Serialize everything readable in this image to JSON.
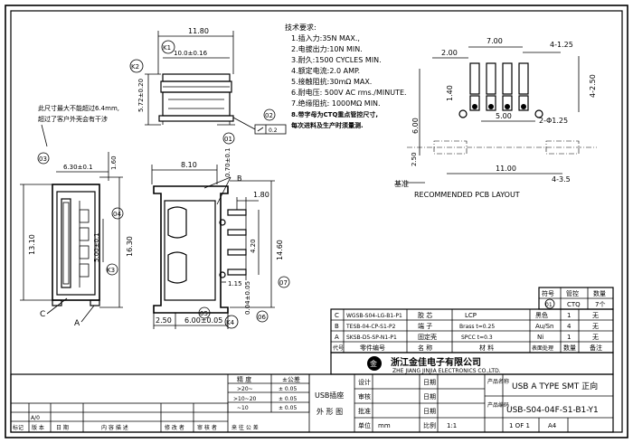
{
  "requirements": {
    "title": "技术要求:",
    "items": [
      "1.插入力:35N MAX.,",
      "2.电拔出力:10N MIN.",
      "3.耐久:1500 CYCLES MIN.",
      "4.额定电流:2.0 AMP.",
      "5.接触阻抗:30mΩ MAX.",
      "6.耐电压: 500V AC rms./MINUTE.",
      "7.绝缘阻抗: 1000MΩ MIN.",
      "8.带字母为CTQ重点管控尺寸,",
      "每次进料及生产时须量测."
    ]
  },
  "dims_top_view": {
    "d11_80": "11.80",
    "d10_0": "10.0±0.16",
    "d5_72": "5.72±0.20",
    "k1": "K1",
    "k2": "K2",
    "flat": "0.2",
    "c02": "02",
    "c01": "01"
  },
  "note_left": {
    "line1": "此尺寸最大不能超过6.4mm,",
    "line2": "超过了客户外壳会有干涉"
  },
  "dims_front": {
    "c03": "03",
    "d6_30": "6.30±0.1",
    "d1_60": "1.60",
    "d13_10": "13.10",
    "d16_30": "16.30",
    "d5_00": "5.00±0.1",
    "c04": "04",
    "k3": "K3",
    "c": "C",
    "a": "A"
  },
  "dims_side": {
    "d8_10": "8.10",
    "d0_70": "0.70±0.1",
    "b": "B",
    "d1_80": "1.80",
    "d14_60": "14.60",
    "d2_50": "2.50",
    "d6_00": "6.00±0.05",
    "d1_15": "1.15",
    "d4_20": "4.20",
    "d0_04": "0.04±0.05",
    "c05": "05",
    "c06": "06",
    "c07": "07",
    "k4": "K4"
  },
  "pcb": {
    "d7_00": "7.00",
    "d4_125": "4-1.25",
    "d2_00": "2.00",
    "d1_40": "1.40",
    "d4_250": "4-2.50",
    "d5_00": "5.00",
    "d2_125": "2-Φ1.25",
    "d6_00": "6.00",
    "d2_50": "2.50",
    "d11_00": "11.00",
    "d4_35": "4-3.5",
    "datum": "基准",
    "caption": "RECOMMENDED   PCB LAYOUT"
  },
  "symbol_table": {
    "h_sym": "符号",
    "h_ctrl": "管控",
    "h_qty": "数量",
    "sym": "01",
    "ctrl": "CTQ",
    "qty": "7个"
  },
  "bom": {
    "rows": [
      {
        "code": "C",
        "part": "WGSB-S04-LG-B1-P1",
        "name": "胶 芯",
        "mat": "LCP",
        "surf": "黑色",
        "qty": "1",
        "note": "无"
      },
      {
        "code": "B",
        "part": "TESB-04-CP-S1-P2",
        "name": "端 子",
        "mat": "Brass t=0.25",
        "surf": "Au/Sn",
        "qty": "4",
        "note": "无"
      },
      {
        "code": "A",
        "part": "SKSB-D5-SP-N1-P1",
        "name": "固定壳",
        "mat": "SPCC t=0.3",
        "surf": "Ni",
        "qty": "1",
        "note": "无"
      }
    ],
    "headers": [
      "零件编号",
      "名 称",
      "材 料",
      "表面处理",
      "数量",
      "备注"
    ],
    "header_code": "代号"
  },
  "company": {
    "cn": "浙江金佳电子有限公司",
    "en": "ZHE  JIANG  JINJIA  ELECTRONICS  CO.,LTD."
  },
  "tolerance": {
    "h_precision": "精 度",
    "h_tol": "±公差",
    "r1": ">20~",
    "t1": "± 0.05",
    "r2": ">10~20",
    "t2": "± 0.05",
    "r3": "~10",
    "t3": "± 0.05"
  },
  "title_block": {
    "name1": "USB插座",
    "name2": "外 形 图",
    "design": "设计",
    "check": "审核",
    "approve": "批准",
    "date": "日期",
    "product_name_lbl": "产品名称",
    "product_name": "USB A TYPE SMT 正向",
    "product_no_lbl": "产品编码",
    "product_no": "USB-S04-04F-S1-B1-Y1",
    "unit_lbl": "单位",
    "unit": "mm",
    "sheet": "1 OF 1",
    "size": "A4",
    "scale_lbl": "比例",
    "scale": "1:1"
  },
  "revision": {
    "row_mark": "A/0",
    "headers": [
      "标记",
      "版 本",
      "日 期",
      "内 容 描 述",
      "修 改 者",
      "审 核 者"
    ],
    "check_text": "来 往 公 差"
  }
}
